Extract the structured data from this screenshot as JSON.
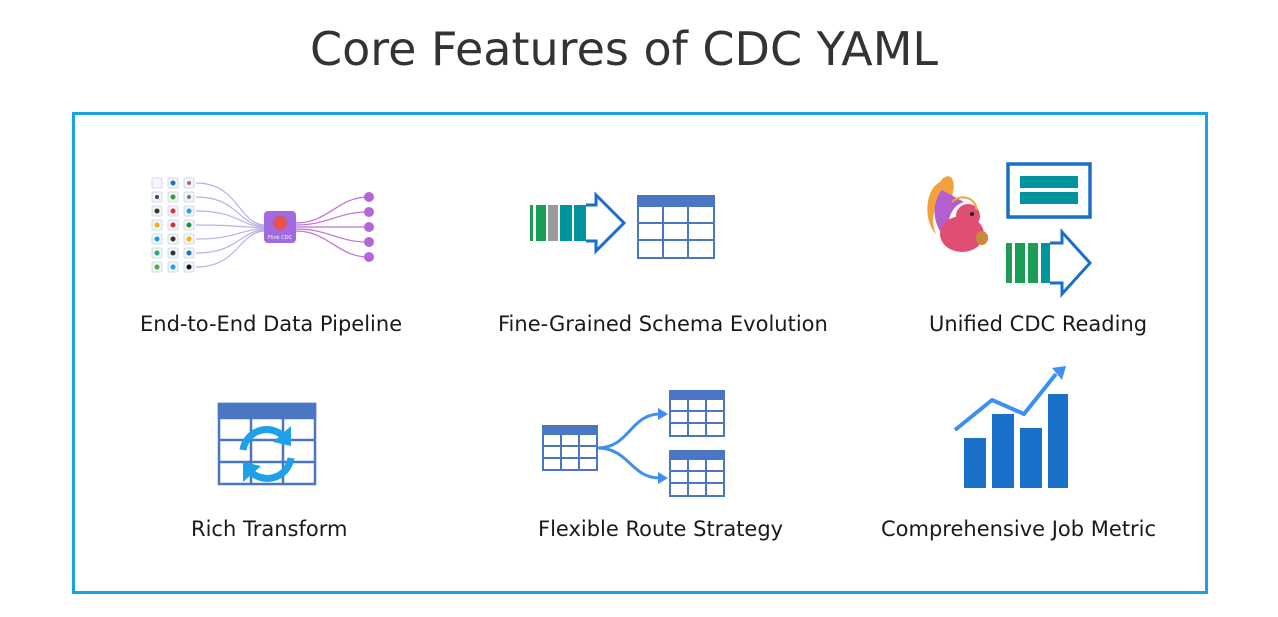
{
  "title": "Core Features of CDC YAML",
  "features": [
    {
      "label": "End-to-End Data Pipeline",
      "icon": "data-pipeline-icon",
      "hub_text": "Flink CDC"
    },
    {
      "label": "Fine-Grained Schema Evolution",
      "icon": "schema-evolution-icon"
    },
    {
      "label": "Unified CDC Reading",
      "icon": "unified-reading-icon"
    },
    {
      "label": "Rich Transform",
      "icon": "transform-icon"
    },
    {
      "label": "Flexible Route Strategy",
      "icon": "route-icon"
    },
    {
      "label": "Comprehensive Job Metric",
      "icon": "metric-icon"
    }
  ],
  "colors": {
    "frame": "#1aa3e0",
    "table_blue": "#4a76c4",
    "teal": "#00959e",
    "green": "#1a9d54",
    "chart_blue": "#1a6fc8",
    "trend_line": "#3d8ff0",
    "hub_purple": "#a06be0"
  }
}
